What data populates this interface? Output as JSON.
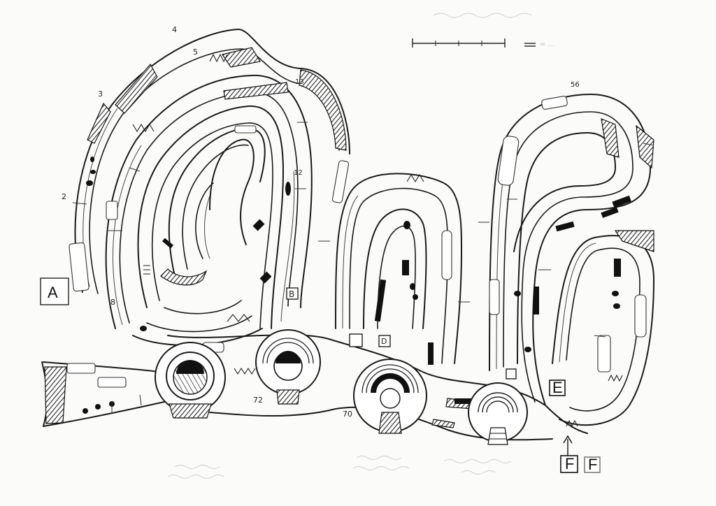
{
  "scale": {
    "label": "= ..."
  },
  "markers": {
    "A": "A",
    "B": "B",
    "D": "D",
    "E": "E",
    "F1": "F",
    "F2": "F"
  },
  "numbers": {
    "n2": "2",
    "n3": "3",
    "n4": "4",
    "n5": "5",
    "n8": "8",
    "n13": "13",
    "n12": "12",
    "n56": "56",
    "n72": "72",
    "n70": "70"
  },
  "colors": {
    "ink": "#1a1a1a",
    "paper": "#fbfbfa",
    "hatch": "#2a2a2a",
    "pencil": "#9a9a9a"
  }
}
